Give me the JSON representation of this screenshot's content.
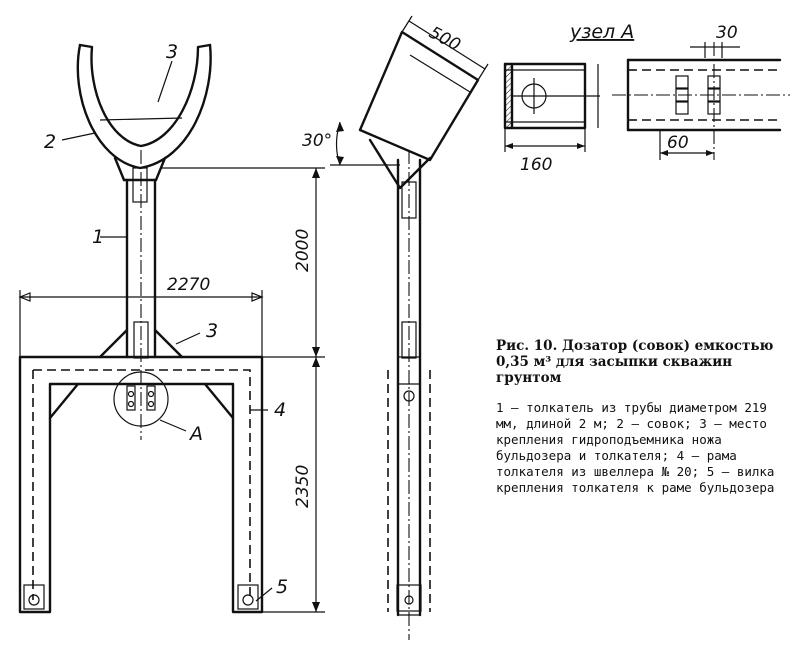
{
  "figure": {
    "caption_title": "Рис. 10. Дозатор (совок) емкостью 0,35 м³ для засыпки скважин грунтом",
    "caption_legend": "1 — толкатель из трубы диаметром 219 мм, длиной 2 м; 2 — совок; 3 — место крепления гидроподъемника ножа бульдозера и толкателя; 4 — рама толкателя из швеллера № 20; 5 — вилка крепления толкателя к раме бульдозера",
    "node_title": "узел А"
  },
  "labels": {
    "pusher": "1",
    "scoop": "2",
    "mount_top": "3",
    "mount_frame": "3",
    "frame": "4",
    "fork": "5",
    "node": "А"
  },
  "dimensions": {
    "frame_width": "2270",
    "pusher_height": "2000",
    "frame_height": "2350",
    "scoop_side": "500",
    "tilt_angle": "30°",
    "node_channel": "160",
    "node_bolt_gap": "30",
    "node_offset": "60"
  }
}
